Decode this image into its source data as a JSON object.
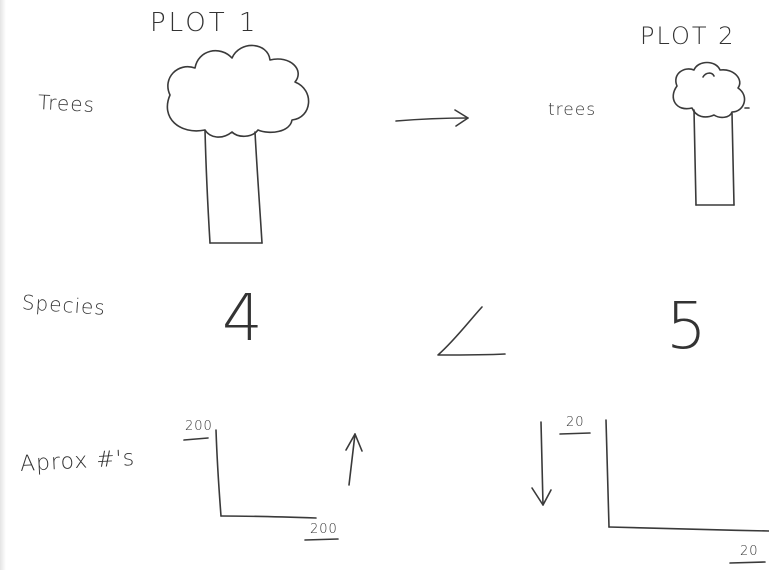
{
  "plot1": {
    "title": "PLOT 1",
    "trees_label": "Trees",
    "species_value": "4",
    "axis_label_y": "200",
    "axis_label_x": "200"
  },
  "plot2": {
    "title": "PLOT 2",
    "trees_label": "trees",
    "species_value": "5",
    "axis_label_y": "20",
    "axis_label_x": "20"
  },
  "row_labels": {
    "species": "Species",
    "approx": "Aprox #'s"
  },
  "comparison_symbol": "<",
  "icons": [
    "tree-icon-large",
    "tree-icon-small",
    "arrow-right-icon",
    "arrow-up-icon",
    "arrow-down-icon"
  ]
}
